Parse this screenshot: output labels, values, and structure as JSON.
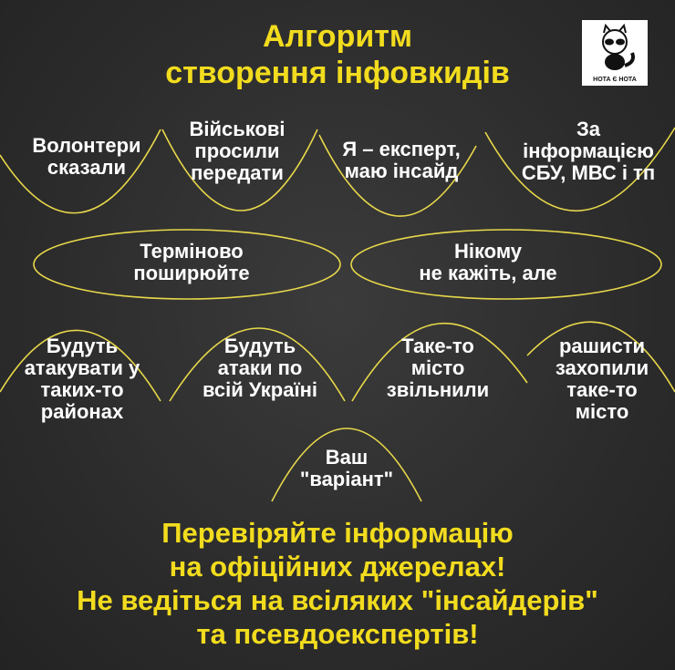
{
  "title": "Алгоритм\nстворення інфовкидів",
  "logo": {
    "text": "НОТА Є НОТА",
    "icon": "raccoon-logo"
  },
  "sources": [
    "Волонтери\nсказали",
    "Військові\nпросили\nпередати",
    "Я – експерт,\nмаю інсайд",
    "За\nінформацією\nСБУ, МВС і тп"
  ],
  "calls": [
    "Терміново\nпоширюйте",
    "Нікому\nне кажіть, але"
  ],
  "claims": [
    "Будуть\nатакувати у\nтаких-то\nрайонах",
    "Будуть\nатаки по\nвсій Україні",
    "Таке-то\nмісто\nзвільнили",
    "рашисти\nзахопили\nтаке-то\nмісто"
  ],
  "custom": "Ваш\n\"варіант\"",
  "footer": "Перевіряйте інформацію\nна офіційних джерелах!\nНе ведіться на всіляких \"інсайдерів\"\nта псевдоекспертів!",
  "colors": {
    "accent": "#f2dc1e",
    "line": "#e8d84a"
  }
}
